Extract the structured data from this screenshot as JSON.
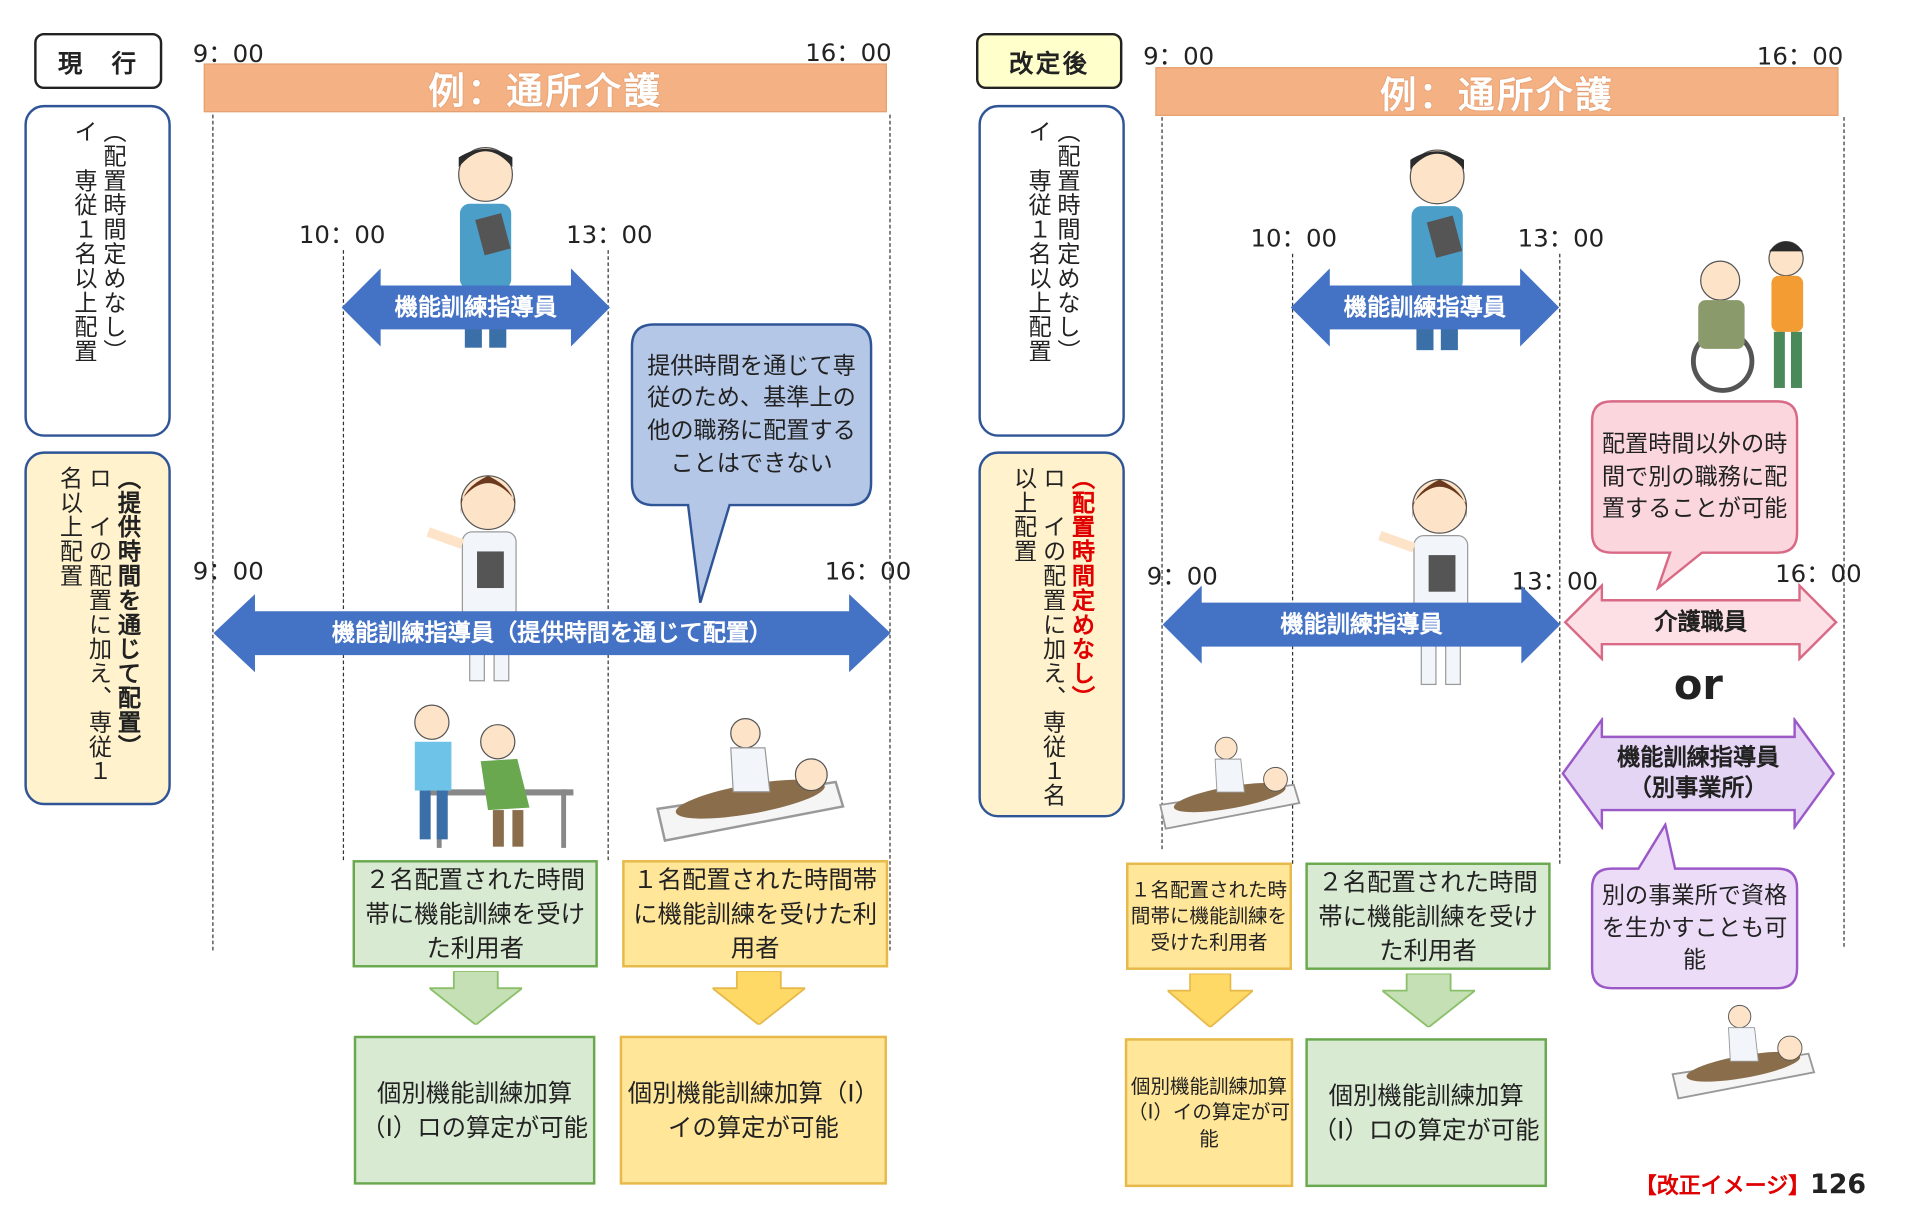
{
  "left": {
    "header": "現　行",
    "banner": "例：通所介護",
    "time_start": "9：00",
    "time_end": "16：00",
    "row_i_text": "イ　専従１名以上配置",
    "row_i_paren": "（配置時間定めなし）",
    "row_ro_text": "ロ　イの配置に加え、専従１名以上配置",
    "row_ro_paren": "（提供時間を通じて配置）",
    "time_10": "10：00",
    "time_13": "13：00",
    "arrow_top": "機能訓練指導員",
    "bubble": "提供時間を通じて専従のため、基準上の他の職務に配置することはできない",
    "time_9b": "9：00",
    "time_16b": "16：00",
    "arrow_full": "機能訓練指導員（提供時間を通じて配置）",
    "box_two_staff": "２名配置された時間帯に機能訓練を受けた利用者",
    "box_one_staff": "１名配置された時間帯に機能訓練を受けた利用者",
    "result_ro": "個別機能訓練加算（Ⅰ）ロの算定が可能",
    "result_i": "個別機能訓練加算（Ⅰ）イの算定が可能"
  },
  "right": {
    "header": "改定後",
    "banner": "例：通所介護",
    "time_start": "9：00",
    "time_end": "16：00",
    "row_i_text": "イ　専従１名以上配置",
    "row_i_paren": "（配置時間定めなし）",
    "row_ro_text": "ロ　イの配置に加え、専従１名以上配置",
    "row_ro_paren": "（配置時間定めなし）",
    "time_10": "10：00",
    "time_13": "13：00",
    "arrow_top": "機能訓練指導員",
    "bubble_top": "配置時間以外の時間で別の職務に配置することが可能",
    "time_9b": "9：00",
    "time_13b": "13：00",
    "time_16b": "16：00",
    "arrow_mid": "機能訓練指導員",
    "arrow_care": "介護職員",
    "or": "or",
    "arrow_other": "機能訓練指導員（別事業所）",
    "bubble_bottom": "別の事業所で資格を生かすことも可能",
    "box_one_staff": "１名配置された時間帯に機能訓練を受けた利用者",
    "box_two_staff": "２名配置された時間帯に機能訓練を受けた利用者",
    "result_i": "個別機能訓練加算（Ⅰ）イの算定が可能",
    "result_ro": "個別機能訓練加算（Ⅰ）ロの算定が可能"
  },
  "footer": {
    "label": "【改正イメージ】",
    "page": "126"
  },
  "colors": {
    "banner": "#f4b183",
    "blue_arrow": "#4472c4",
    "pink_arrow": "#fde0e6",
    "purple_arrow": "#e4d5f5",
    "green_box": "#d9ead3",
    "yellow_box": "#ffe699",
    "red_text": "#e00000"
  }
}
